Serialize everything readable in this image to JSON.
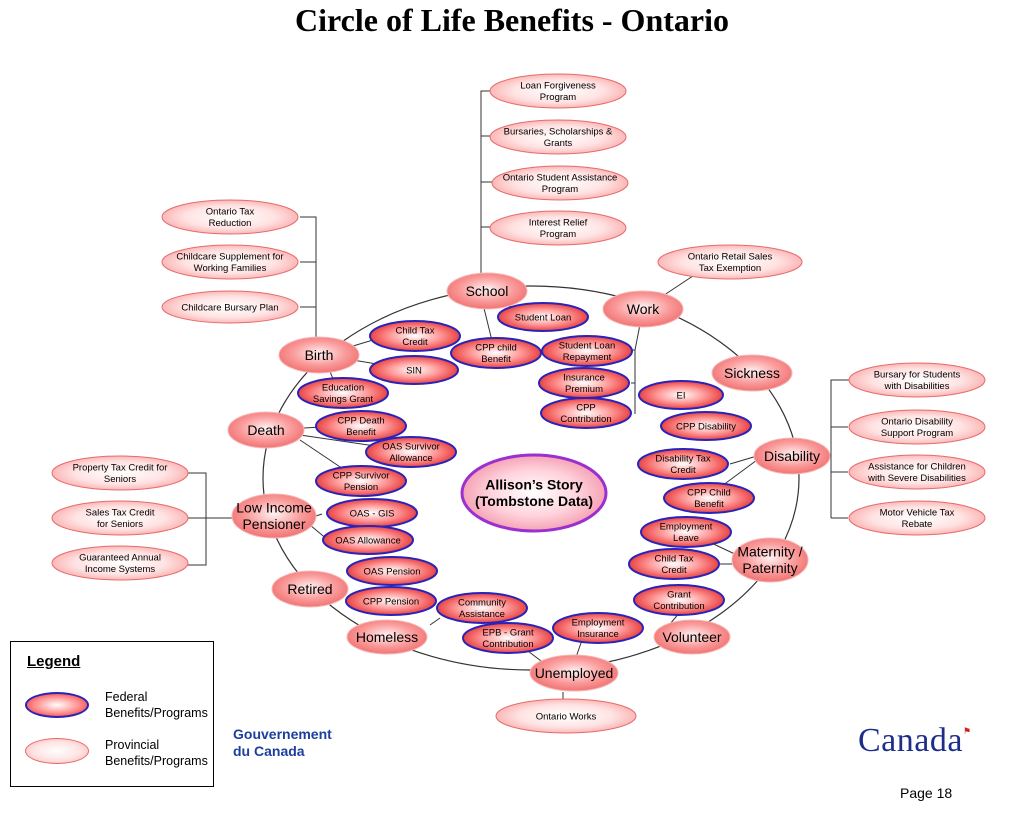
{
  "title": "Circle of Life Benefits - Ontario",
  "center": {
    "line1": "Allison’s Story",
    "line2": "(Tombstone Data)"
  },
  "life_stages": [
    {
      "id": "school",
      "label": "School"
    },
    {
      "id": "work",
      "label": "Work"
    },
    {
      "id": "birth",
      "label": "Birth"
    },
    {
      "id": "sickness",
      "label": "Sickness"
    },
    {
      "id": "death",
      "label": "Death"
    },
    {
      "id": "disability",
      "label": "Disability"
    },
    {
      "id": "low-income",
      "label": "Low Income\nPensioner"
    },
    {
      "id": "maternity",
      "label": "Maternity /\nPaternity"
    },
    {
      "id": "retired",
      "label": "Retired"
    },
    {
      "id": "homeless",
      "label": "Homeless"
    },
    {
      "id": "volunteer",
      "label": "Volunteer"
    },
    {
      "id": "unemployed",
      "label": "Unemployed"
    }
  ],
  "federal_benefits": [
    {
      "id": "student-loan",
      "label": "Student Loan"
    },
    {
      "id": "child-tax-credit-birth",
      "label": "Child Tax\nCredit"
    },
    {
      "id": "cpp-child-benefit-school",
      "label": "CPP child\nBenefit"
    },
    {
      "id": "student-loan-repayment",
      "label": "Student Loan\nRepayment"
    },
    {
      "id": "sin",
      "label": "SIN"
    },
    {
      "id": "insurance-premium",
      "label": "Insurance\nPremium"
    },
    {
      "id": "education-savings-grant",
      "label": "Education\nSavings Grant"
    },
    {
      "id": "cpp-contribution",
      "label": "CPP\nContribution"
    },
    {
      "id": "ei",
      "label": "EI"
    },
    {
      "id": "cpp-death-benefit",
      "label": "CPP Death\nBenefit"
    },
    {
      "id": "cpp-disability",
      "label": "CPP Disability"
    },
    {
      "id": "oas-survivor-allowance",
      "label": "OAS Survivor\nAllowance"
    },
    {
      "id": "disability-tax-credit",
      "label": "Disability Tax\nCredit"
    },
    {
      "id": "cpp-survivor-pension",
      "label": "CPP Survivor\nPension"
    },
    {
      "id": "cpp-child-benefit-disability",
      "label": "CPP Child\nBenefit"
    },
    {
      "id": "oas-gis",
      "label": "OAS - GIS"
    },
    {
      "id": "employment-leave",
      "label": "Employment\nLeave"
    },
    {
      "id": "oas-allowance",
      "label": "OAS Allowance"
    },
    {
      "id": "child-tax-credit-maternity",
      "label": "Child Tax\nCredit"
    },
    {
      "id": "oas-pension",
      "label": "OAS Pension"
    },
    {
      "id": "grant-contribution",
      "label": "Grant\nContribution"
    },
    {
      "id": "cpp-pension",
      "label": "CPP Pension"
    },
    {
      "id": "community-assistance",
      "label": "Community\nAssistance"
    },
    {
      "id": "employment-insurance",
      "label": "Employment\nInsurance"
    },
    {
      "id": "epb-grant-contribution",
      "label": "EPB - Grant\nContribution"
    }
  ],
  "provincial_benefits": [
    {
      "id": "loan-forgiveness",
      "label": "Loan Forgiveness\nProgram"
    },
    {
      "id": "bursaries",
      "label": "Bursaries, Scholarships &\nGrants"
    },
    {
      "id": "osap",
      "label": "Ontario Student Assistance\nProgram"
    },
    {
      "id": "interest-relief",
      "label": "Interest Relief\nProgram"
    },
    {
      "id": "ontario-tax-reduction",
      "label": "Ontario Tax\nReduction"
    },
    {
      "id": "childcare-supplement",
      "label": "Childcare Supplement for\nWorking Families"
    },
    {
      "id": "childcare-bursary",
      "label": "Childcare Bursary Plan"
    },
    {
      "id": "retail-sales-tax",
      "label": "Ontario Retail Sales\nTax Exemption"
    },
    {
      "id": "bursary-disabilities",
      "label": "Bursary for Students\nwith Disabilities"
    },
    {
      "id": "odsp",
      "label": "Ontario Disability\nSupport Program"
    },
    {
      "id": "assistance-children",
      "label": "Assistance for Children\nwith Severe Disabilities"
    },
    {
      "id": "motor-vehicle-tax",
      "label": "Motor Vehicle Tax\nRebate"
    },
    {
      "id": "property-tax-credit",
      "label": "Property Tax Credit for\nSeniors"
    },
    {
      "id": "sales-tax-credit",
      "label": "Sales Tax Credit\nfor Seniors"
    },
    {
      "id": "guaranteed-annual-income",
      "label": "Guaranteed Annual\nIncome Systems"
    },
    {
      "id": "ontario-works",
      "label": "Ontario Works"
    }
  ],
  "legend": {
    "title": "Legend",
    "federal": "Federal\nBenefits/Programs",
    "provincial": "Provincial\nBenefits/Programs"
  },
  "footer": {
    "government": "Gouvernement\ndu Canada",
    "wordmark": "Canada",
    "page": "Page 18"
  },
  "colors": {
    "federal_fill": "#f04a4a",
    "federal_border": "#2a23b8",
    "provincial_fill": "#fbb8b8",
    "provincial_border": "#e46c6c",
    "stage_fill": "#f58f8f",
    "center_border": "#9c2fd0",
    "government_blue": "#1d3e9e",
    "wordmark_blue": "#1c2e8a",
    "flag_red": "#d41f1f"
  }
}
